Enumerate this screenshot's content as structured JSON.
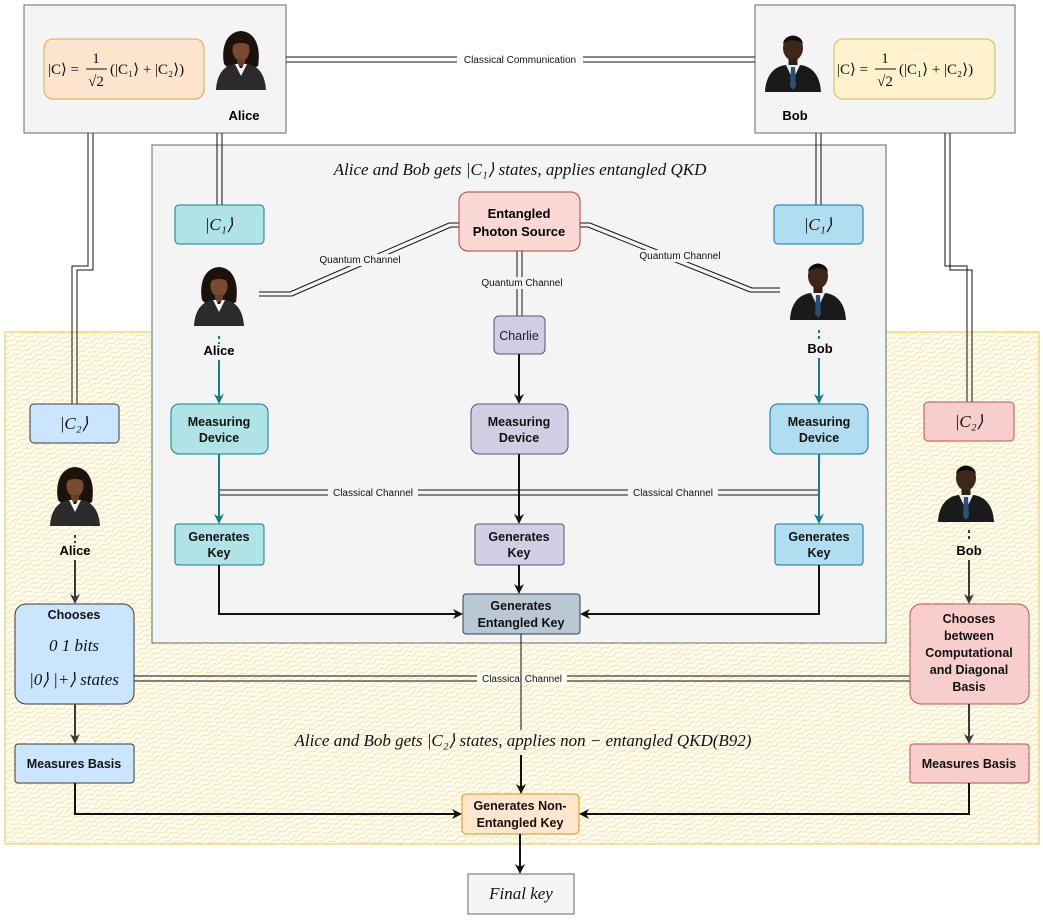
{
  "people": {
    "alice": "Alice",
    "bob": "Bob"
  },
  "formulas": {
    "alice_state": "|C⟩ = (1/√2)(|C₁⟩ + |C₂⟩)",
    "bob_state": "|C⟩ = (1/√2)(|C₁⟩ + |C₂⟩)",
    "state_prefix": "|C⟩ =",
    "frac_num": "1",
    "frac_den": "√2",
    "state_sum": "(|C₁⟩ + |C₂⟩)"
  },
  "channels": {
    "classical_communication": "Classical Communication",
    "quantum": "Quantum Channel",
    "classical": "Classical Channel"
  },
  "entangled": {
    "title": "Alice and Bob gets |C₁⟩ states, applies entangled QKD",
    "state": "|C₁⟩",
    "source_line1": "Entangled",
    "source_line2": "Photon Source",
    "charlie": "Charlie",
    "measuring_line1": "Measuring",
    "measuring_line2": "Device",
    "gen_line1": "Generates",
    "gen_line2": "Key",
    "ent_key_line1": "Generates",
    "ent_key_line2": "Entangled Key"
  },
  "nonentangled": {
    "title": "Alice and Bob gets |C₂⟩ states, applies non − entangled QKD(B92)",
    "state": "|C₂⟩",
    "alice_choose_title": "Chooses",
    "alice_choose_bits": "0 1 bits",
    "alice_choose_states": "|0⟩ |+⟩ states",
    "bob_choose_lines": [
      "Chooses",
      "between",
      "Computational",
      "and Diagonal",
      "Basis"
    ],
    "measures_basis": "Measures Basis",
    "nonent_key_line1": "Generates Non-",
    "nonent_key_line2": "Entangled Key",
    "final_key": "Final key"
  },
  "colors": {
    "alice_formula_fill": "#fde4cc",
    "alice_formula_stroke": "#e0a64a",
    "bob_formula_fill": "#fff2cc",
    "bob_formula_stroke": "#d6b656",
    "teal_fill": "#b0e3e6",
    "teal_stroke": "#0e8088",
    "blue_fill": "#b1ddf0",
    "blue_stroke": "#10739e",
    "purple_fill": "#d0cee2",
    "purple_stroke": "#56517e",
    "pink_fill": "#fad9d5",
    "pink_stroke": "#ae4132",
    "light_blue_fill": "#cce5ff",
    "light_blue_stroke": "#36393d",
    "red_fill": "#f8cecc",
    "red_stroke": "#b85450",
    "grey_fill": "#bac8d3",
    "grey_stroke": "#23445d",
    "orange_fill": "#ffe6cc",
    "orange_stroke": "#d79b00",
    "teal_arrow": "#167d8a"
  }
}
